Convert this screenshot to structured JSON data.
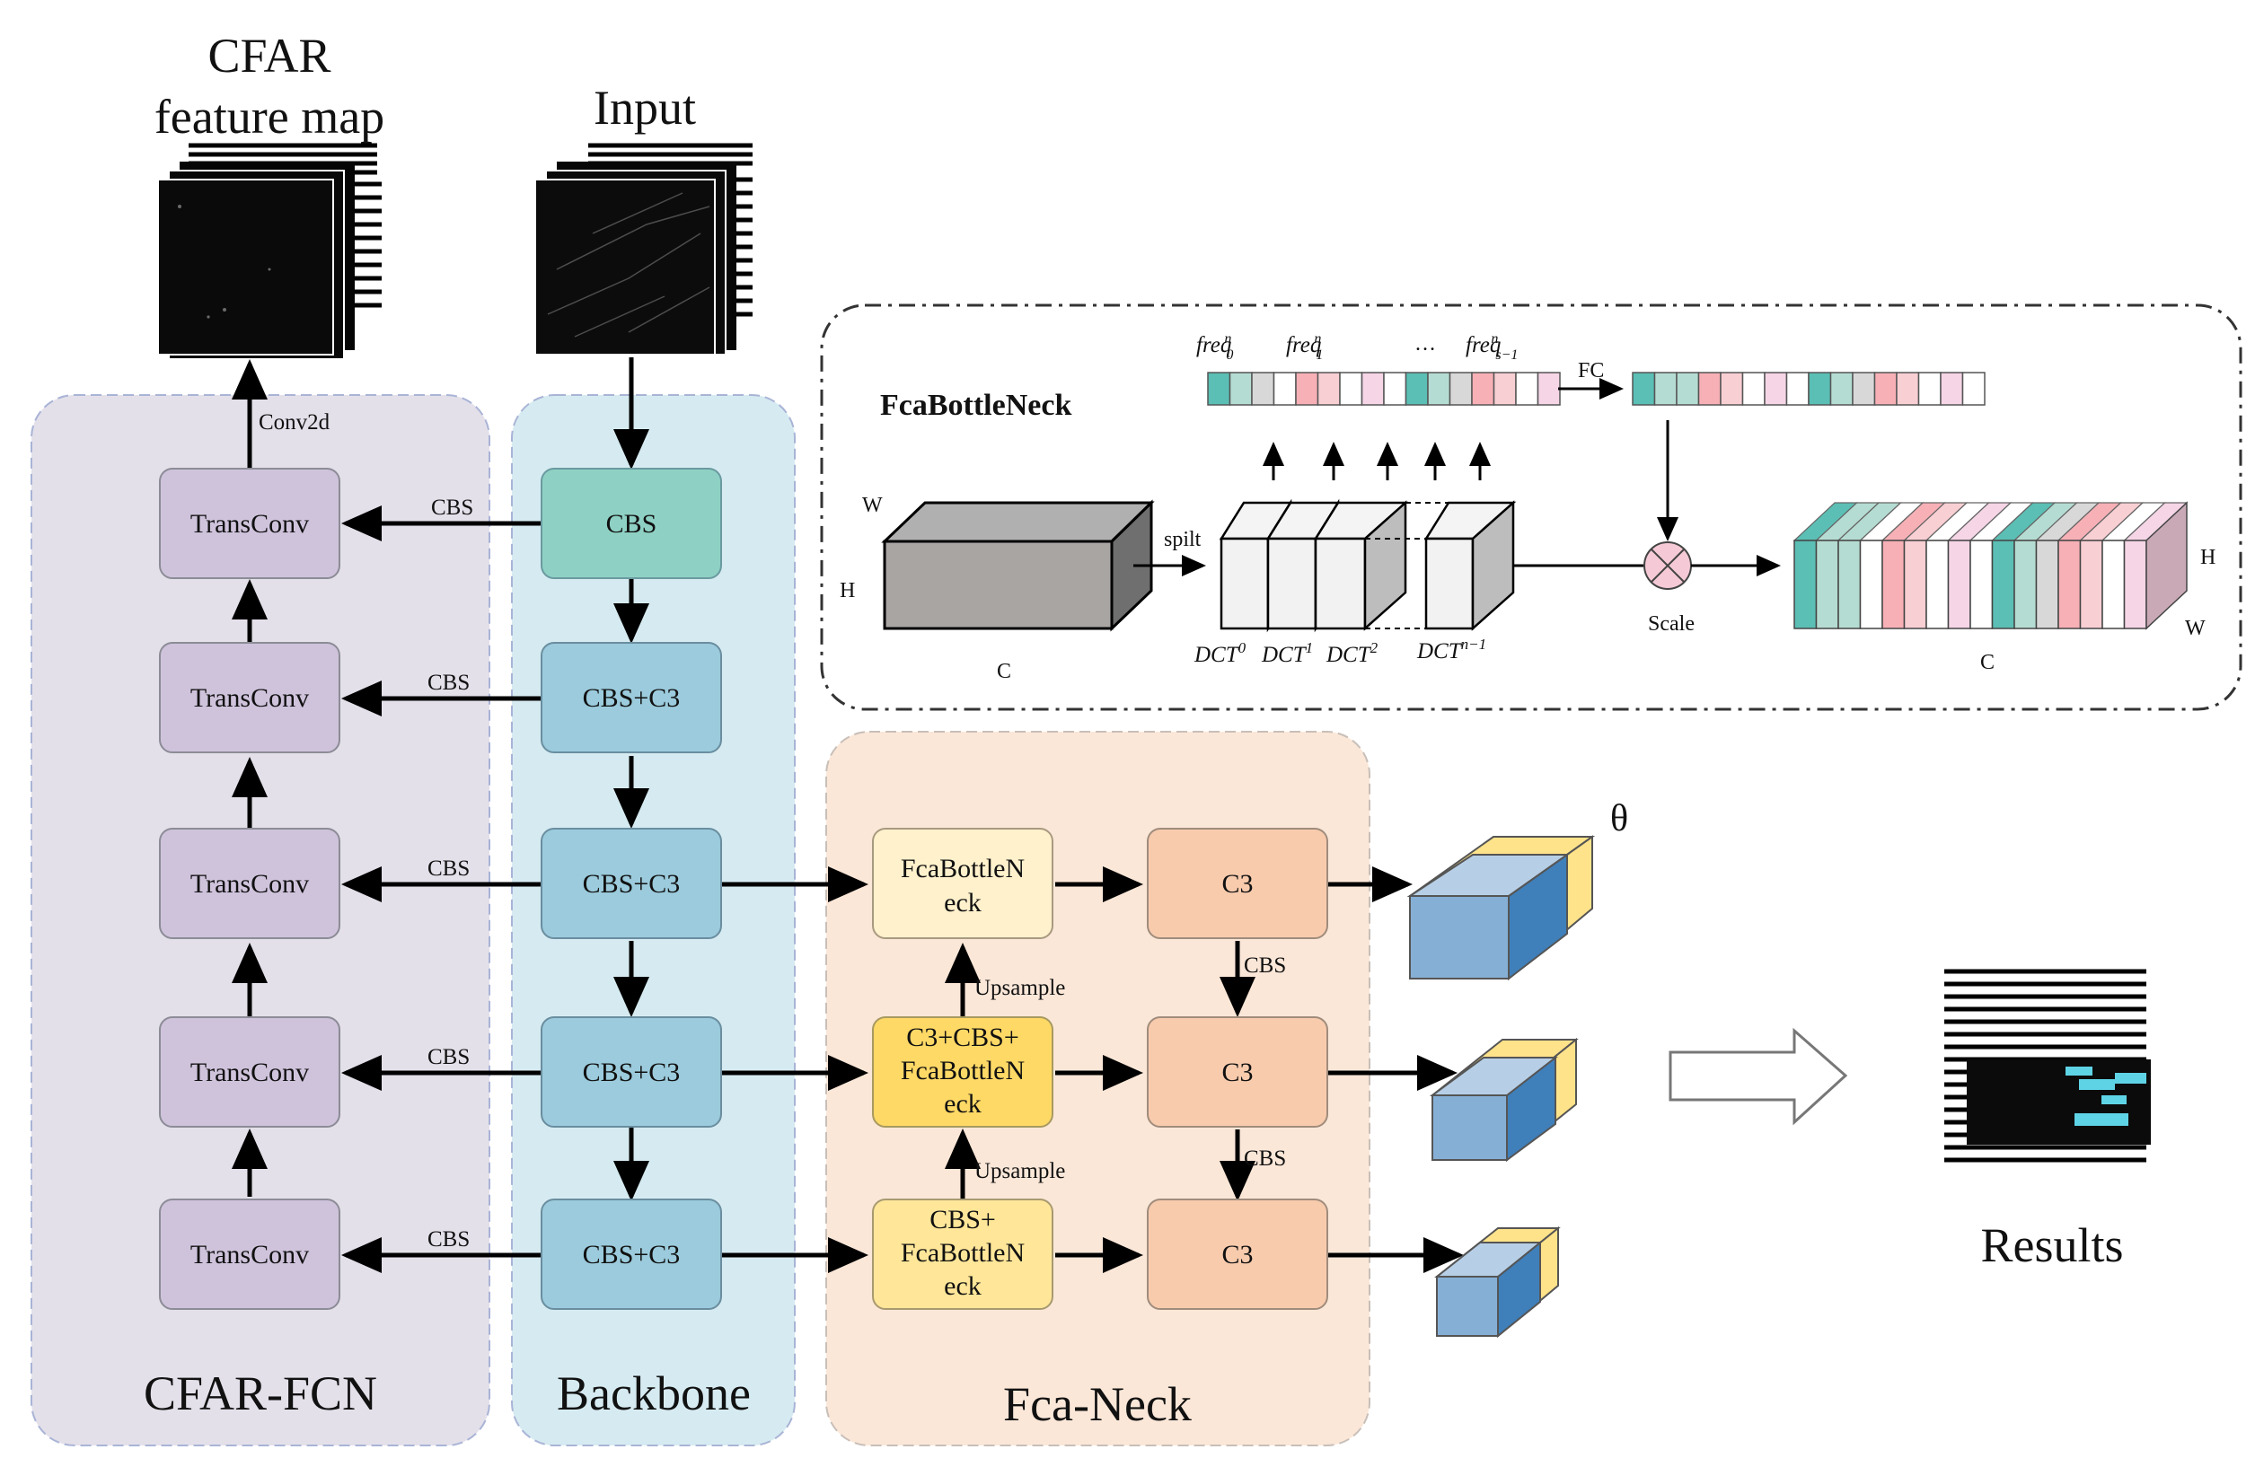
{
  "colors": {
    "fcn_panel": "#e4e0ea",
    "backbone_panel": "#d6ebf1",
    "neck_panel": "#fbe7d8",
    "transconv": "#cfc3dc",
    "cbs_first": "#8ed1c4",
    "cbs_c3": "#9bcbdc",
    "fca_light": "#fff1cc",
    "fca_gold": "#ffd966",
    "fca_yellow": "#ffe699",
    "c3": "#f8cbad",
    "cube_front": "#86afd6",
    "cube_side": "#3f7fba",
    "cube_yellow": "#ffe38a"
  },
  "titles": {
    "cfar_map_line1": "CFAR",
    "cfar_map_line2": "feature map",
    "input": "Input",
    "results": "Results",
    "theta": "θ"
  },
  "panels": {
    "fcn": "CFAR-FCN",
    "backbone": "Backbone",
    "neck": "Fca-Neck"
  },
  "fcn_nodes": [
    "TransConv",
    "TransConv",
    "TransConv",
    "TransConv",
    "TransConv"
  ],
  "backbone_nodes": [
    "CBS",
    "CBS+C3",
    "CBS+C3",
    "CBS+C3",
    "CBS+C3"
  ],
  "neck_left_nodes": [
    [
      "FcaBottleN",
      "eck"
    ],
    [
      "C3+CBS+",
      "FcaBottleN",
      "eck"
    ],
    [
      "CBS+",
      "FcaBottleN",
      "eck"
    ]
  ],
  "neck_c3_nodes": [
    "C3",
    "C3",
    "C3"
  ],
  "edge_labels": {
    "conv2d": "Conv2d",
    "cbs": "CBS",
    "upsample": "Upsample"
  },
  "fca_block": {
    "title": "FcaBottleNeck",
    "w": "W",
    "h": "H",
    "c": "C",
    "spilt": "spilt",
    "fc": "FC",
    "scale": "Scale",
    "ellipsis": "…",
    "freq": [
      "freq",
      "freq",
      "freq"
    ],
    "freq_sub": [
      "0",
      "1",
      "s−1"
    ],
    "freq_sup": "n",
    "dct": [
      "DCT",
      "DCT",
      "DCT",
      "DCT"
    ],
    "dct_sup": [
      "0",
      "1",
      "2",
      "n−1"
    ],
    "strip1_colors": [
      "#5bbfb5",
      "#b5dcd2",
      "#d8d8d8",
      "#ffffff",
      "#f7b0b6",
      "#f8cfd3",
      "#ffffff",
      "#f5d5e6",
      "#ffffff",
      "#5bbfb5",
      "#b5dcd2",
      "#d8d8d8",
      "#f7b0b6",
      "#f8cfd3",
      "#ffffff",
      "#f5d5e6"
    ],
    "strip2_colors": [
      "#5bbfb5",
      "#b5dcd2",
      "#b5dcd2",
      "#f7b0b6",
      "#f8cfd3",
      "#ffffff",
      "#f5d5e6",
      "#ffffff",
      "#5bbfb5",
      "#b5dcd2",
      "#d8d8d8",
      "#f7b0b6",
      "#f8cfd3",
      "#ffffff",
      "#f5d5e6",
      "#ffffff"
    ],
    "stack_colors": [
      "#5bbfb5",
      "#b5dcd2",
      "#b5dcd2",
      "#ffffff",
      "#f7b0b6",
      "#f8cfd3",
      "#ffffff",
      "#f5d5e6",
      "#ffffff",
      "#5bbfb5",
      "#b5dcd2",
      "#d8d8d8",
      "#f7b0b6",
      "#f8cfd3",
      "#ffffff",
      "#f5d5e6"
    ]
  }
}
